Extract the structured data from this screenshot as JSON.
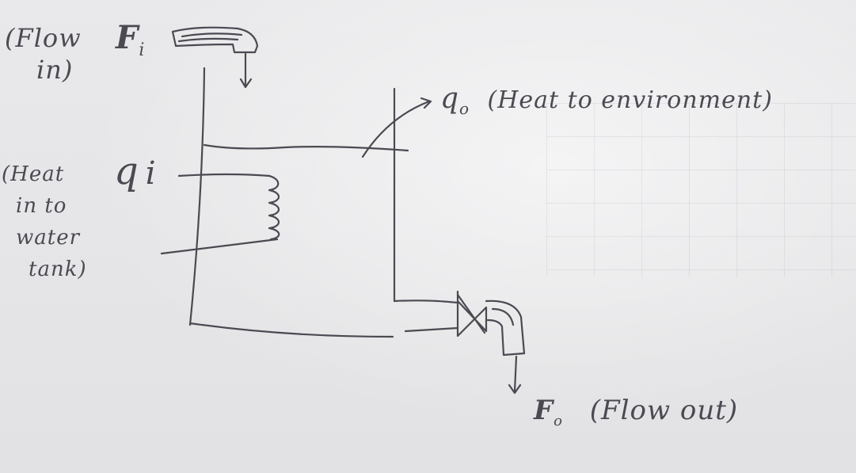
{
  "labels": {
    "flow_in_line1": "(Flow",
    "flow_in_line2": "in)",
    "fi_symbol": "F",
    "fi_sub": "i",
    "qi_symbol": "q",
    "qi_sub": "i",
    "heat_in_line1": "(Heat",
    "heat_in_line2": "in to",
    "heat_in_line3": "water",
    "heat_in_line4": "tank)",
    "qo_symbol": "q",
    "qo_sub": "o",
    "qo_desc": "(Heat to environment)",
    "fo_symbol": "F",
    "fo_sub": "o",
    "fo_desc": "(Flow out)"
  },
  "style": {
    "ink": "#4a4a52"
  }
}
